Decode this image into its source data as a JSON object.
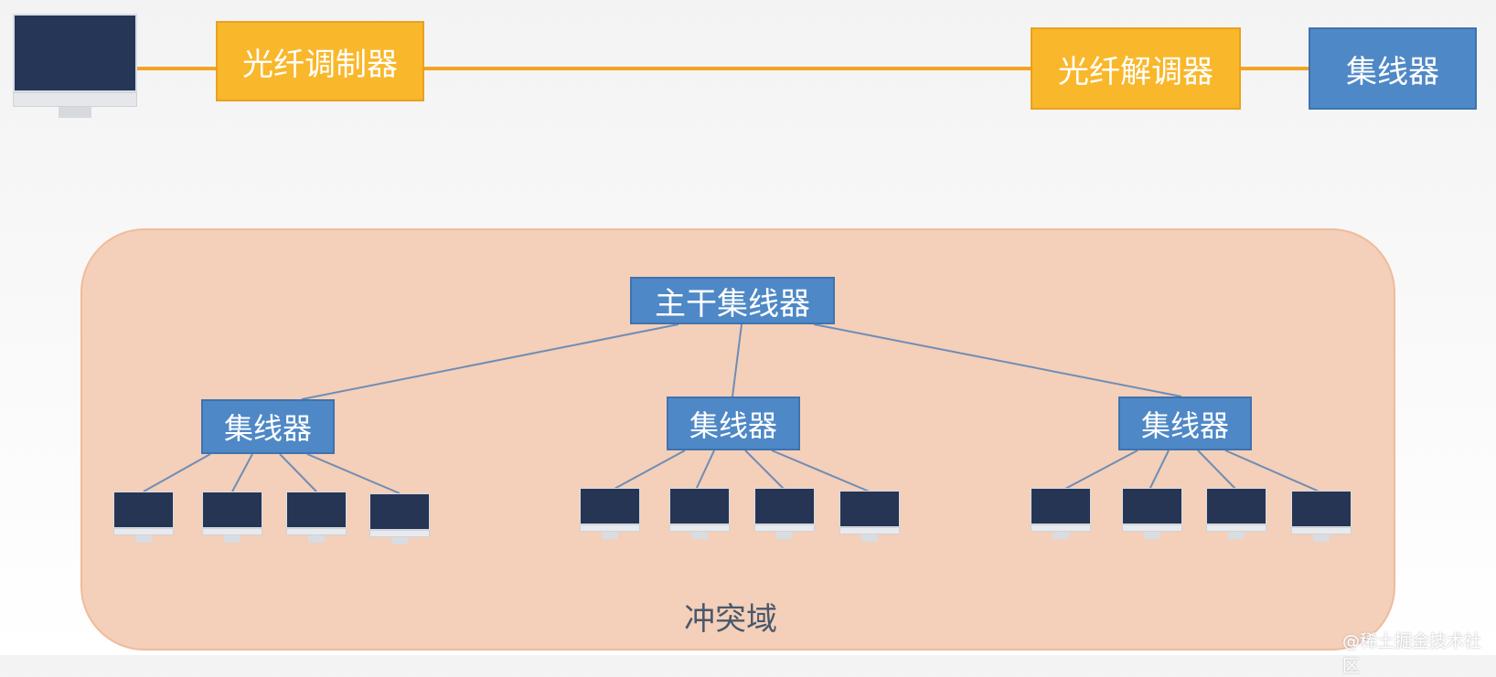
{
  "top": {
    "modulator_label": "光纤调制器",
    "demodulator_label": "光纤解调器",
    "hub_label": "集线器"
  },
  "collision_domain": {
    "main_hub_label": "主干集线器",
    "sub_hubs": [
      "集线器",
      "集线器",
      "集线器"
    ],
    "label": "冲突域"
  },
  "watermark": "@稀土掘金技术社区",
  "colors": {
    "orange": "#f9b72b",
    "blue": "#4f88c6",
    "domain_fill": "#f4cfb9",
    "wire": "#f3a322"
  },
  "icons": {
    "computer": "monitor-icon"
  }
}
